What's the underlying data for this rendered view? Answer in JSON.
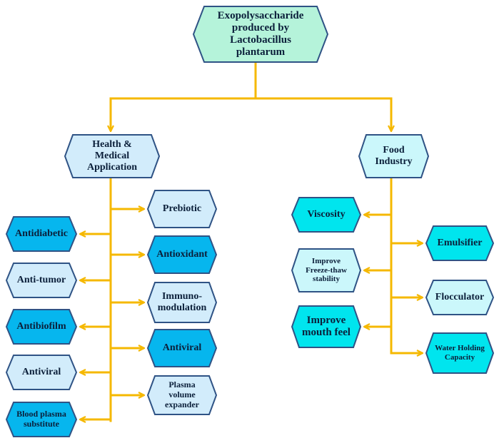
{
  "colors": {
    "connector": "#f5b800",
    "border": "#2f5385",
    "root_fill": "#b5f3da",
    "pale_fill": "#d2ecfb",
    "blue_fill": "#06b6ee",
    "cyan_fill": "#00e5ee",
    "light_cyan_fill": "#cbf7fb"
  },
  "root": {
    "label": "Exopolysaccharide produced by Lactobacillus plantarum"
  },
  "health": {
    "label": "Health  & Medical Application",
    "left_items": [
      {
        "label": "Antidiabetic"
      },
      {
        "label": "Anti-tumor"
      },
      {
        "label": "Antibiofilm"
      },
      {
        "label": "Antiviral"
      },
      {
        "label": "Blood plasma substitute"
      }
    ],
    "right_items": [
      {
        "label": "Prebiotic"
      },
      {
        "label": "Antioxidant"
      },
      {
        "label": "Immuno-modulation"
      },
      {
        "label": "Antiviral"
      },
      {
        "label": "Plasma volume expander"
      }
    ]
  },
  "food": {
    "label": "Food Industry",
    "left_items": [
      {
        "label": "Viscosity"
      },
      {
        "label": "Improve Freeze-thaw stability"
      },
      {
        "label": "Improve mouth feel"
      }
    ],
    "right_items": [
      {
        "label": "Emulsifier"
      },
      {
        "label": "Flocculator"
      },
      {
        "label": "Water Holding Capacity"
      }
    ]
  }
}
